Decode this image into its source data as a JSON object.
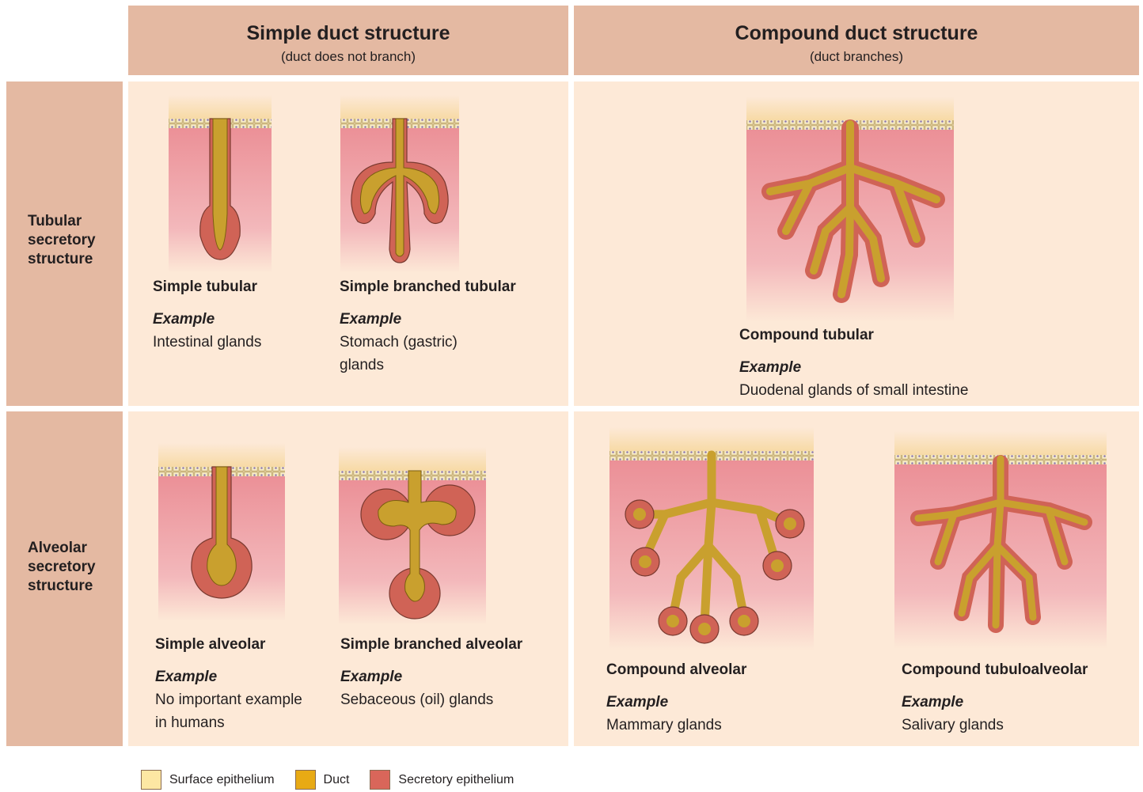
{
  "headers": {
    "simple": {
      "title": "Simple duct structure",
      "subtitle": "(duct does not branch)"
    },
    "compound": {
      "title": "Compound duct structure",
      "subtitle": "(duct branches)"
    }
  },
  "rows": {
    "tubular": "Tubular\nsecretory\nstructure",
    "alveolar": "Alveolar\nsecretory\nstructure"
  },
  "glands": [
    {
      "id": "simple-tubular",
      "name": "Simple tubular",
      "example_label": "Example",
      "example": "Intestinal glands"
    },
    {
      "id": "simple-branched-tubular",
      "name": "Simple branched tubular",
      "example_label": "Example",
      "example": "Stomach (gastric)\nglands"
    },
    {
      "id": "compound-tubular",
      "name": "Compound tubular",
      "example_label": "Example",
      "example": "Duodenal glands of small intestine"
    },
    {
      "id": "simple-alveolar",
      "name": "Simple alveolar",
      "example_label": "Example",
      "example": "No important example\nin humans"
    },
    {
      "id": "simple-branched-alveolar",
      "name": "Simple branched alveolar",
      "example_label": "Example",
      "example": "Sebaceous (oil) glands"
    },
    {
      "id": "compound-alveolar",
      "name": "Compound alveolar",
      "example_label": "Example",
      "example": "Mammary glands"
    },
    {
      "id": "compound-tubuloalveolar",
      "name": "Compound tubuloalveolar",
      "example_label": "Example",
      "example": "Salivary glands"
    }
  ],
  "legend": [
    {
      "label": "Surface epithelium",
      "color": "#fde7a3"
    },
    {
      "label": "Duct",
      "color": "#e8aa14"
    },
    {
      "label": "Secretory epithelium",
      "color": "#d9665a"
    }
  ],
  "colors": {
    "header_bg": "#e4b9a2",
    "panel_bg": "#fde9d7",
    "tissue": "#eb9aa0",
    "duct": "#c9a02e",
    "secretory": "#d06356",
    "surface": "#f6dca0"
  }
}
